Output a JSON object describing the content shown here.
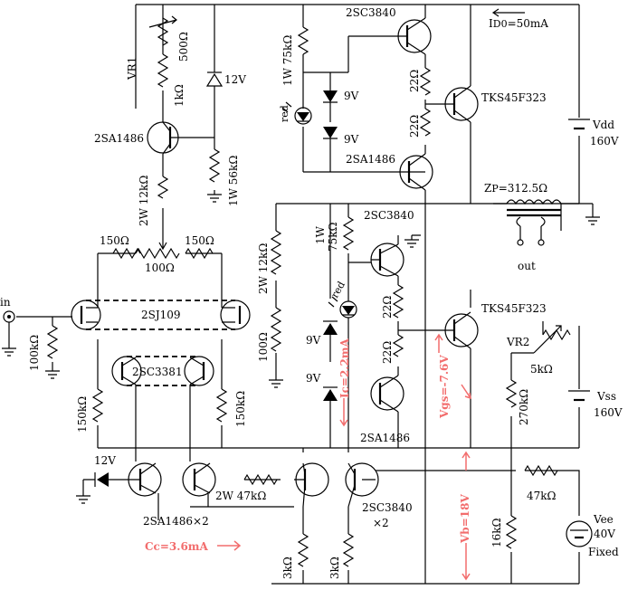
{
  "labels": {
    "vr1": "VR1",
    "r500": "500Ω",
    "r1k": "1kΩ",
    "z12v_top": "12V",
    "q_2sa1486_top": "2SA1486",
    "r56k": "1W 56kΩ",
    "r12k_a": "2W 12kΩ",
    "r150_l": "150Ω",
    "r150_r": "150Ω",
    "r100_bal": "100Ω",
    "in": "in",
    "r100k": "100kΩ",
    "q_2sj109": "2SJ109",
    "q_2sc3381": "2SC3381",
    "r150k_l": "150kΩ",
    "r150k_r": "150kΩ",
    "z12v_bot": "12V",
    "q_2sa1486x2": "2SA1486×2",
    "r47k_2w": "2W 47kΩ",
    "cc": "Cc=3.6mA",
    "r3k_l": "3kΩ",
    "r3k_r": "3kΩ",
    "q_2sc3840_top": "2SC3840",
    "r75k_top": "1W 75kΩ",
    "z9v_a": "9V",
    "z9v_b": "9V",
    "led_top": "red",
    "r22_a": "22Ω",
    "r22_b": "22Ω",
    "q_tks_top": "TKS45F323",
    "q_2sa1486_mid": "2SA1486",
    "id0": "I",
    "id0_sub": "D0",
    "id0_val": "=50mA",
    "vdd": "Vdd",
    "vdd_v": "160V",
    "zp": "Z",
    "zp_sub": "P",
    "zp_val": "=312.5Ω",
    "out": "out",
    "r12k_b": "2W 12kΩ",
    "r100_b": "100Ω",
    "q_2sc3840_mid": "2SC3840",
    "r75k_mid": "1W\n75kΩ",
    "r75k_mid_1": "1W",
    "r75k_mid_2": "75kΩ",
    "led_mid": "red",
    "z9v_c": "9V",
    "z9v_d": "9V",
    "ic": "Ic=2.2mA",
    "r22_c": "22Ω",
    "r22_d": "22Ω",
    "q_tks_mid": "TKS45F323",
    "vgs": "Vgs=-7.6V",
    "q_2sa1486_low": "2SA1486",
    "vr2": "VR2",
    "r5k": "5kΩ",
    "r270k": "270kΩ",
    "vss": "Vss",
    "vss_v": "160V",
    "q_2sc3840x2": "2SC3840",
    "x2": "×2",
    "vb": "Vb=18V",
    "r47k": "47kΩ",
    "r16k": "16kΩ",
    "vee": "Vee",
    "vee_v": "40V",
    "fixed": "Fixed"
  },
  "colors": {
    "annotation": "#f26d6d",
    "line": "#000000"
  }
}
